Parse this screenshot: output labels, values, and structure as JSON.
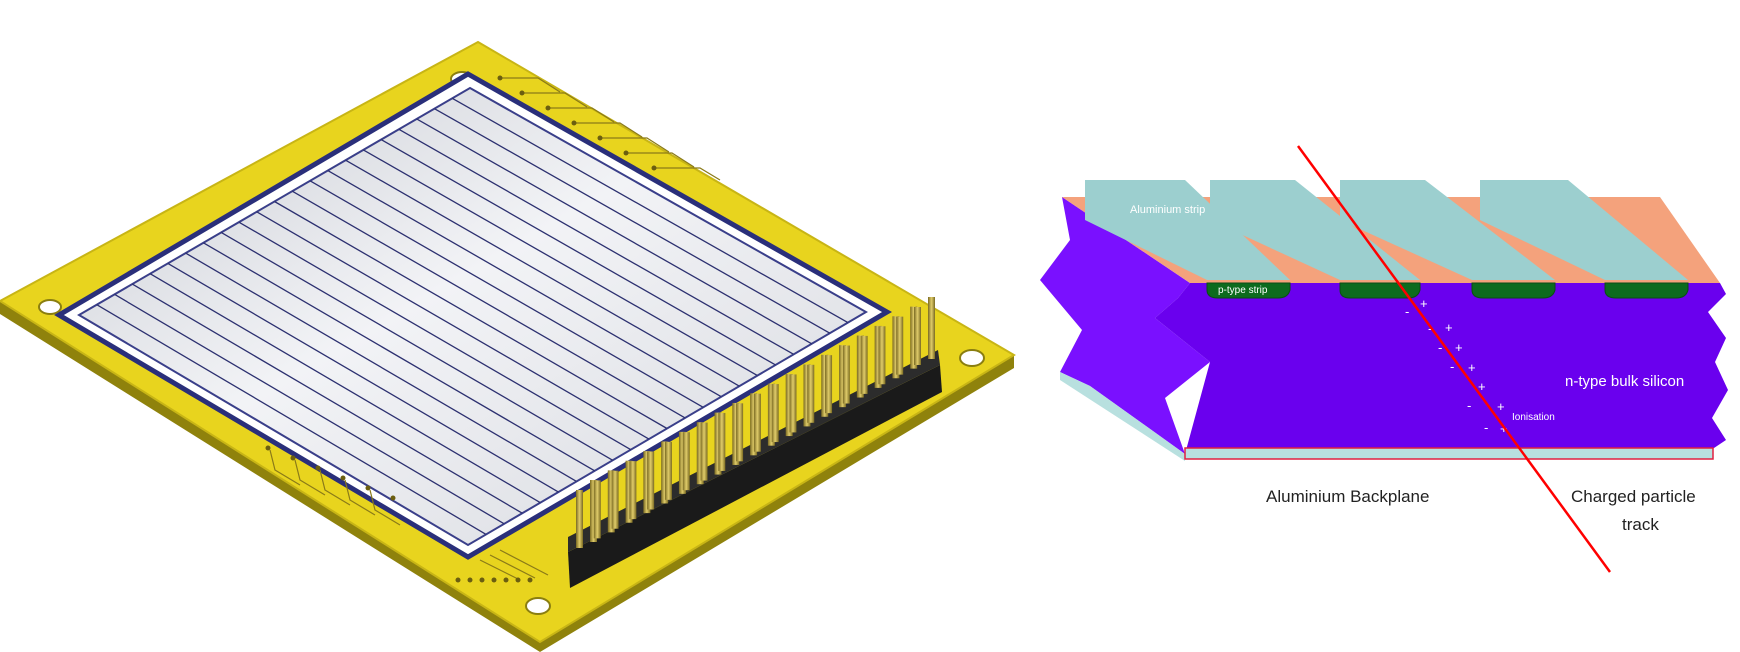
{
  "diagram": {
    "labels": {
      "aluminium_strip": "Aluminium strip",
      "p_type_strip": "p-type strip",
      "n_type_bulk": "n-type bulk silicon",
      "ionisation": "Ionisation",
      "backplane": "Aluminium Backplane",
      "track_line1": "Charged particle",
      "track_line2": "track"
    },
    "colors": {
      "pcb": "#E8D41E",
      "pcb_dark": "#A99A10",
      "sensor": "#D9DBE0",
      "sensor_frame": "#2A2F7A",
      "pins": "#B8A24A",
      "header_body": "#1A1A1A",
      "bulk": "#6A00EE",
      "oxide": "#F4A27C",
      "aluminium": "#9CCFCF",
      "p_implant": "#0D6B1E",
      "backplane": "#B8E0DF",
      "track": "#FF0000"
    },
    "icons": [
      "detector-module-3d-render",
      "silicon-strip-cross-section"
    ]
  }
}
